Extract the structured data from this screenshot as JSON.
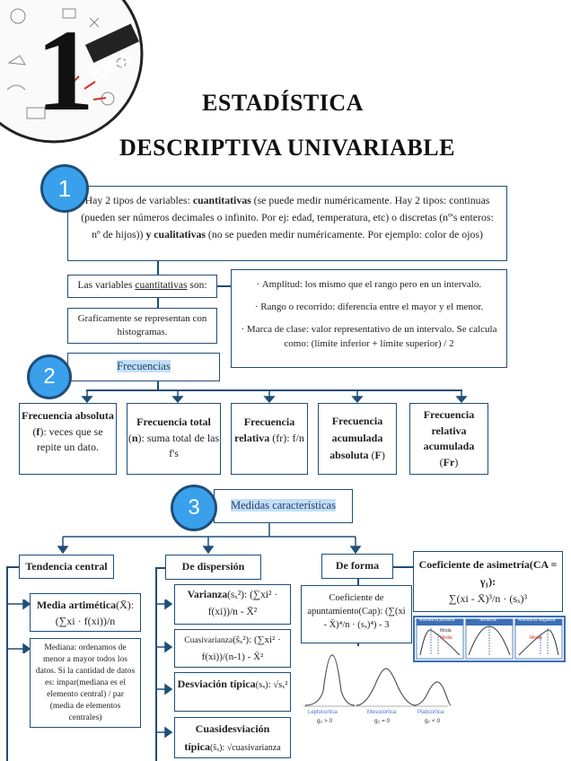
{
  "logo": {
    "number": "1",
    "word": "IDEA"
  },
  "title": {
    "line1": "ESTADÍSTICA",
    "line2": "DESCRIPTIVA UNIVARIABLE"
  },
  "section1": {
    "number": "1",
    "intro_a": "Hay 2 tipos de variables: ",
    "intro_b": "cuantitativas",
    "intro_c": " (se puede medir numéricamente. Hay 2 tipos: continuas (pueden ser números decimales o infinito. Por ej: edad, temperatura, etc) o discretas (nº's enteros: nº de hijos)) ",
    "intro_d": "y cualitativas",
    "intro_e": " (no se pueden medir numéricamente. Por ejemplo: color de ojos)",
    "cuant_a": "Las variables ",
    "cuant_b": "cuantitativas",
    "cuant_c": " son:",
    "graf": "Graficamente se representan con histogramas.",
    "bullet1": "· Amplitud: los mismo que el rango pero en un intervalo.",
    "bullet2": "· Rango o recorrido: diferencia entre el mayor y el menor.",
    "bullet3": "· Marca de clase: valor representativo de un intervalo. Se calcula como: (límite inferior + límite superior) / 2"
  },
  "section2": {
    "number": "2",
    "label": "Frecuencias",
    "f1_a": "Frecuencia absoluta",
    "f1_b": " (",
    "f1_c": "f",
    "f1_d": "): veces que se repite un dato.",
    "f2_a": "Frecuencia total",
    "f2_b": "(",
    "f2_c": "n",
    "f2_d": "): suma total de las f's",
    "f3_a": "Frecuencia relativa",
    "f3_b": " (fr): f/n",
    "f4_a": "Frecuencia acumulada absoluta",
    "f4_b": " (",
    "f4_c": "F",
    "f4_d": ")",
    "f5_a": "Frecuencia relativa acumulada",
    "f5_b": "(",
    "f5_c": "Fr",
    "f5_d": ")"
  },
  "section3": {
    "number": "3",
    "label": "Medidas características",
    "tendencia": "Tendencia central",
    "dispersion": "De dispersión",
    "forma": "De forma",
    "coef_title": "Coeficiente de asimetría(CA = γ₁):",
    "coef_formula": "∑(xi - X̄)³/n · (sₓ)³",
    "media_title": "Media artimética",
    "media_symbol": "(X̄):",
    "media_formula": "(∑xi · f(xi))/n",
    "mediana": "Mediana: ordenamos de menor a mayor todos los datos. Si la cantidad de datos es: impar(mediana es el elemento central) / par (media de elementos centrales)",
    "varianza_title": "Varianza",
    "varianza_formula": "(sₓ²): (∑xi² · f(xi))/n - X̄²",
    "cuasivar_title": "Cuasivarianza",
    "cuasivar_formula": "(ŝₓ²): (∑xi² · f(xi))/(n-1) - X̄²",
    "desv_title": "Desviación típica",
    "desv_formula": "(sₓ): √sₓ²",
    "cuasidesv_title": "Cuasidesviación típica",
    "cuasidesv_formula": "(ŝₓ): √cuasivarianza",
    "apunt": "Coeficiente de apuntamiento(Cap): (∑(xi - X̄)⁴/n · (sₓ)⁴) - 3",
    "asym_labels": [
      "Asimetría positiva",
      "Simetría",
      "Asimetría negativa"
    ],
    "asym_moda": "Moda",
    "asym_media": "Media",
    "kurt_labels": [
      "Leptocúrtica",
      "Mesocúrtica",
      "Platicúrtica"
    ],
    "kurt_vals": [
      "g₂ > 0",
      "g₂ = 0",
      "g₂ < 0"
    ]
  },
  "colors": {
    "accent": "#3aa0ec",
    "border": "#1f4e79",
    "highlight": "#c4dff6"
  }
}
